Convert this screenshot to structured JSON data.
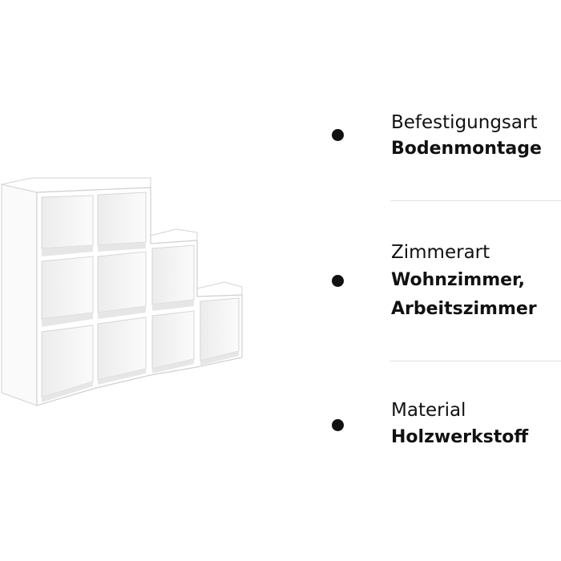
{
  "specs": [
    {
      "label": "Befestigungsart",
      "value_lines": [
        "Bodenmontage"
      ]
    },
    {
      "label": "Zimmerart",
      "value_lines": [
        "Wohnzimmer,",
        "Arbeitszimmer"
      ]
    },
    {
      "label": "Material",
      "value_lines": [
        "Holzwerkstoff"
      ]
    }
  ],
  "colors": {
    "text": "#111111",
    "divider": "#e2e2e2",
    "shelf_face": "#ffffff",
    "shelf_edge": "#d0d0d0",
    "shelf_inner": "#f2f2f2"
  }
}
